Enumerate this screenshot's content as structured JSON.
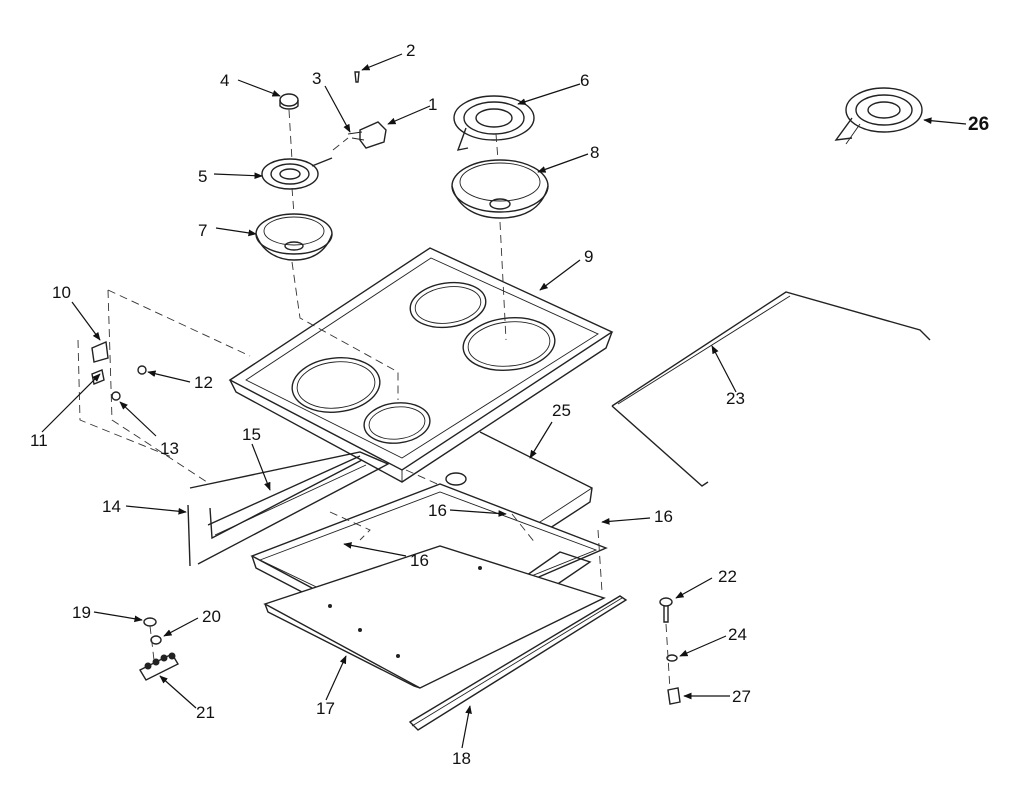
{
  "labels": {
    "l1": "1",
    "l2": "2",
    "l3": "3",
    "l4": "4",
    "l5": "5",
    "l6": "6",
    "l7": "7",
    "l8": "8",
    "l9": "9",
    "l10": "10",
    "l11": "11",
    "l12": "12",
    "l13": "13",
    "l14": "14",
    "l15": "15",
    "l16a": "16",
    "l16b": "16",
    "l16c": "16",
    "l17": "17",
    "l18": "18",
    "l19": "19",
    "l20": "20",
    "l21": "21",
    "l22": "22",
    "l23": "23",
    "l24": "24",
    "l25": "25",
    "l26": "26",
    "l27": "27"
  }
}
